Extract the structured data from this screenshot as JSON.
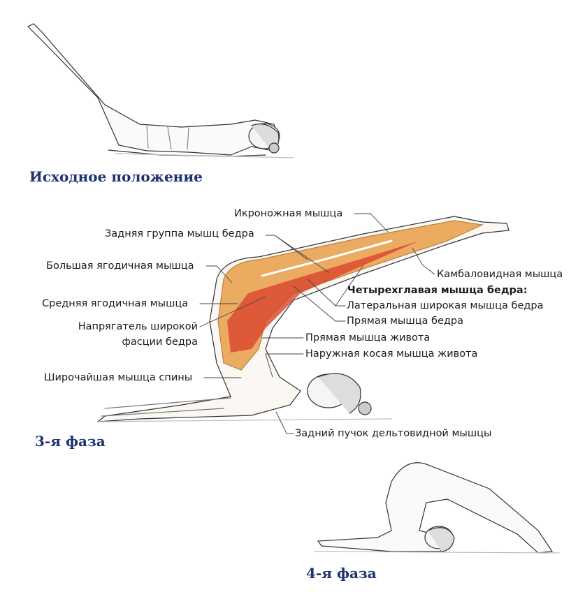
{
  "titles": {
    "start": "Исходное положение",
    "phase3": "3-я фаза",
    "phase4": "4-я фаза"
  },
  "labels": {
    "gastrocnemius": "Икроножная мышца",
    "hamstrings": "Задняя группа мышц бедра",
    "gluteus_maximus": "Большая ягодичная мышца",
    "gluteus_medius": "Средняя ягодичная мышца",
    "tfl_line1": "Напрягатель широкой",
    "tfl_line2": "фасции бедра",
    "latissimus": "Широчайшая мышца спины",
    "soleus": "Камбаловидная мышца",
    "quadriceps_header": "Четырехглавая мышца бедра:",
    "vastus_lateralis": "Латеральная широкая мышца бедра",
    "rectus_femoris": "Прямая мышца бедра",
    "rectus_abdominis": "Прямая мышца живота",
    "external_oblique": "Наружная косая мышца живота",
    "posterior_deltoid": "Задний пучок дельтовидной мышцы"
  },
  "colors": {
    "title": "#1d3270",
    "muscle_orange": "#e9a04a",
    "muscle_red": "#d9452e"
  }
}
